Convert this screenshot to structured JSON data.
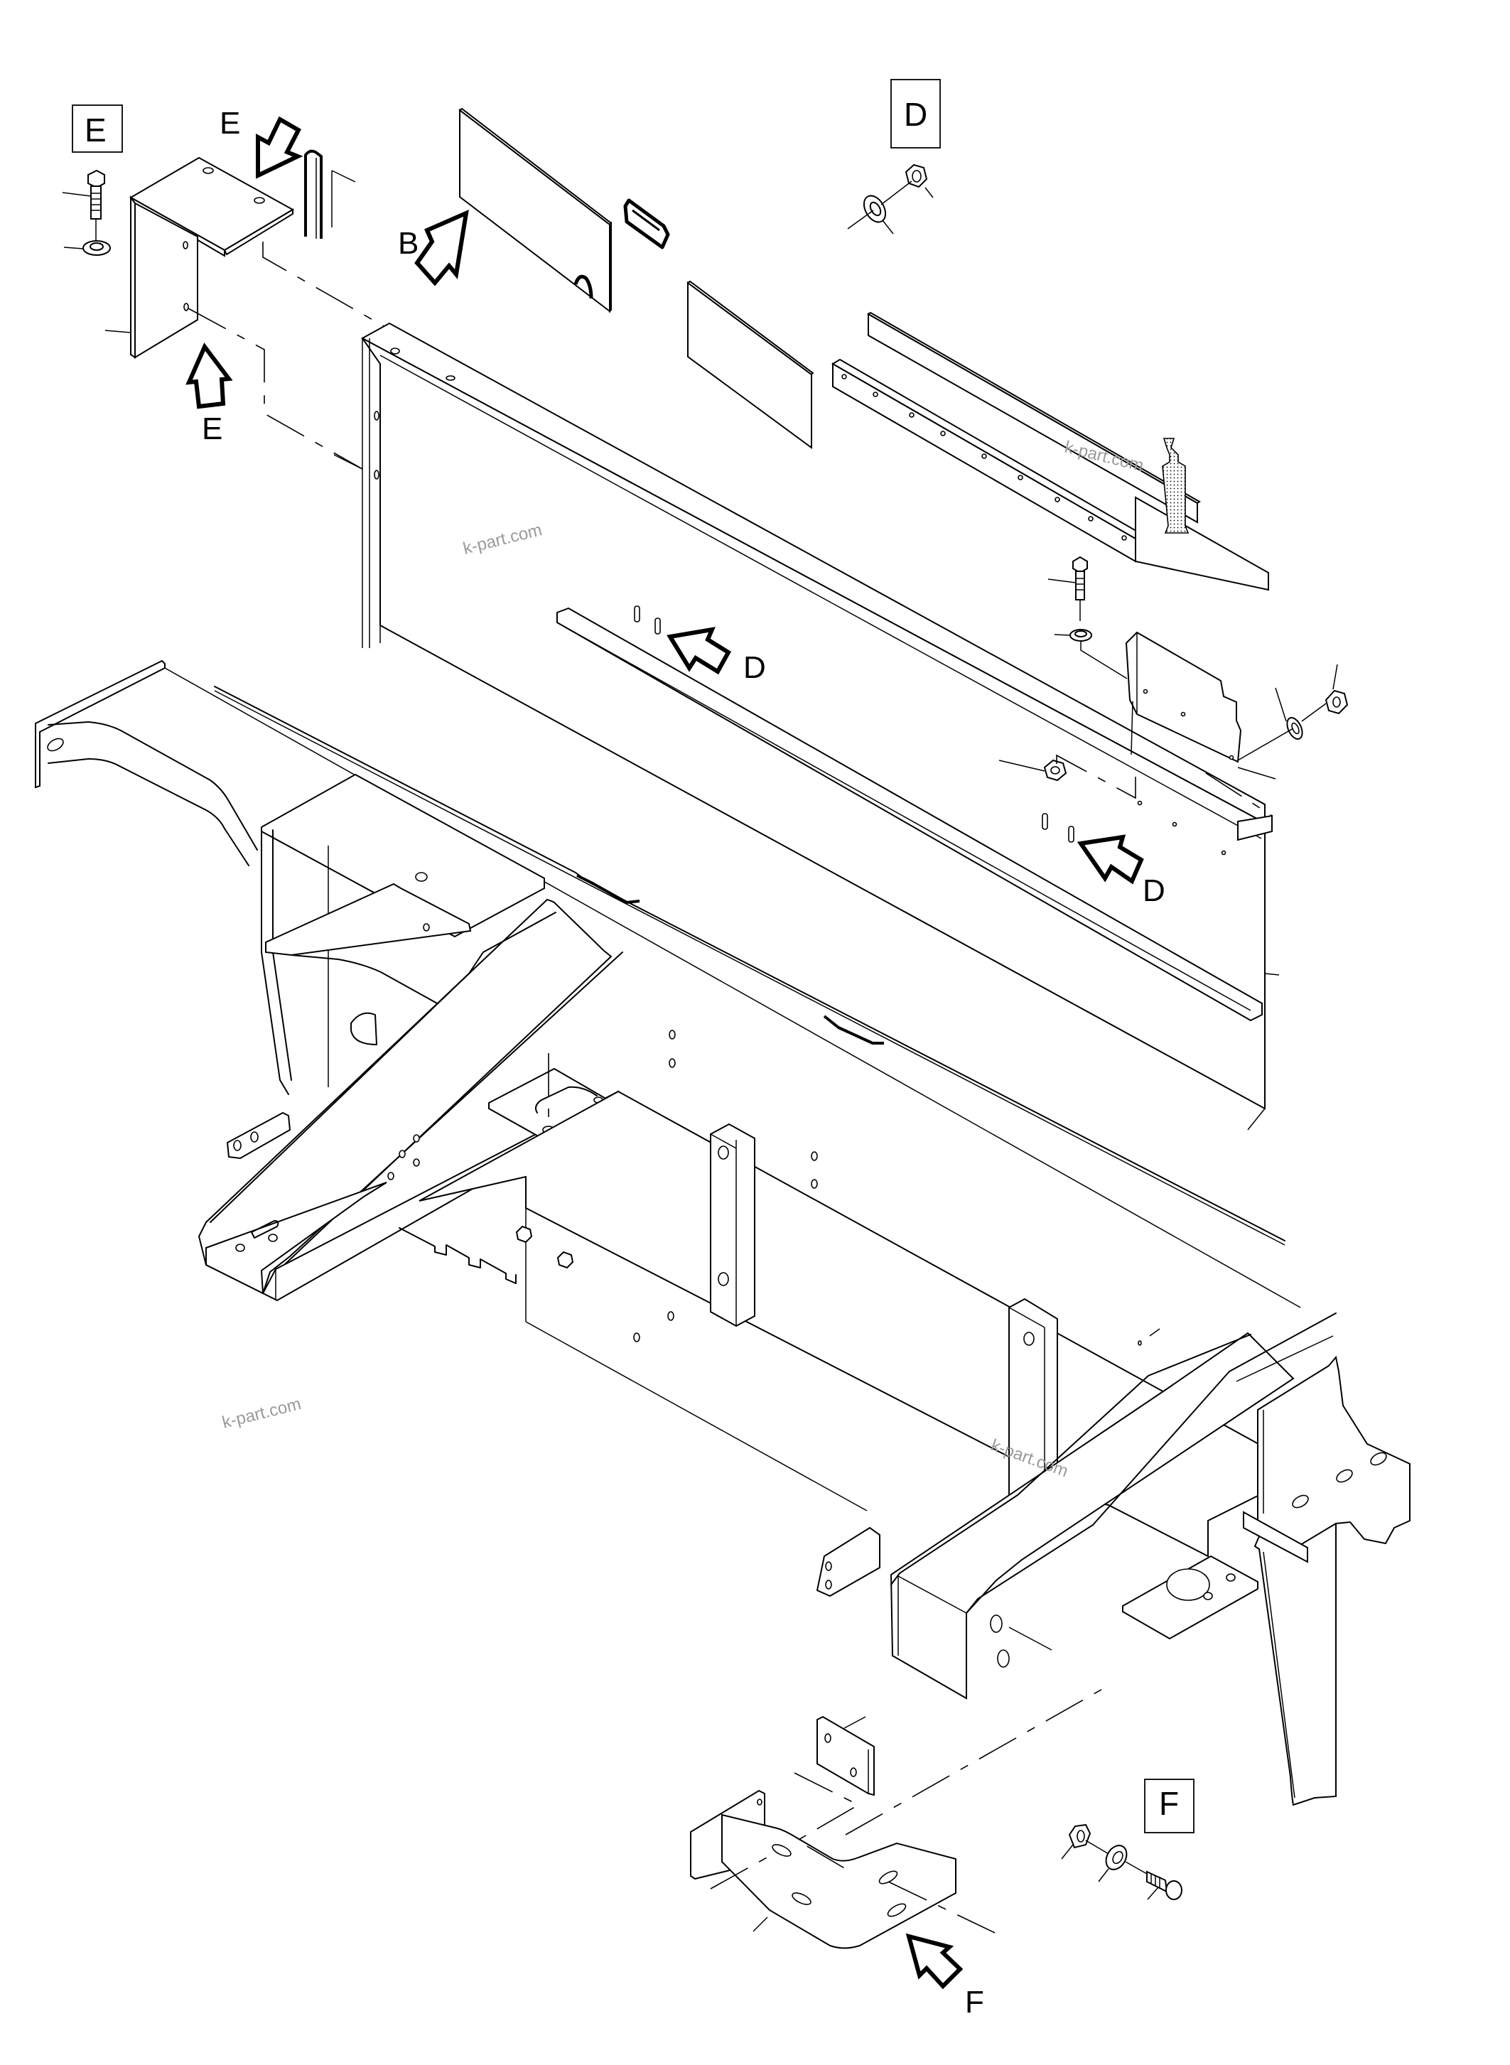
{
  "diagram": {
    "type": "exploded parts illustration",
    "subject": "machine frame / chassis with cover panels and brackets",
    "detail_boxes": [
      {
        "id": "E",
        "label": "E",
        "contents": [
          "bolt",
          "washer"
        ]
      },
      {
        "id": "D",
        "label": "D",
        "contents": [
          "washer",
          "nut"
        ]
      },
      {
        "id": "F",
        "label": "F",
        "contents": [
          "nut",
          "washer",
          "bolt"
        ]
      }
    ],
    "view_arrows": [
      {
        "label": "E",
        "position": "top-left, pointing down-left"
      },
      {
        "label": "B",
        "position": "upper, pointing up-right at panel"
      },
      {
        "label": "E",
        "position": "left, pointing up"
      },
      {
        "label": "D",
        "position": "center, pointing up-left at slots"
      },
      {
        "label": "D",
        "position": "right, pointing up-left at slots"
      },
      {
        "label": "F",
        "position": "bottom, pointing up-left at bracket"
      }
    ],
    "watermarks": [
      "k-part.com",
      "k-part.com",
      "k-part.com",
      "k-part.com"
    ]
  }
}
